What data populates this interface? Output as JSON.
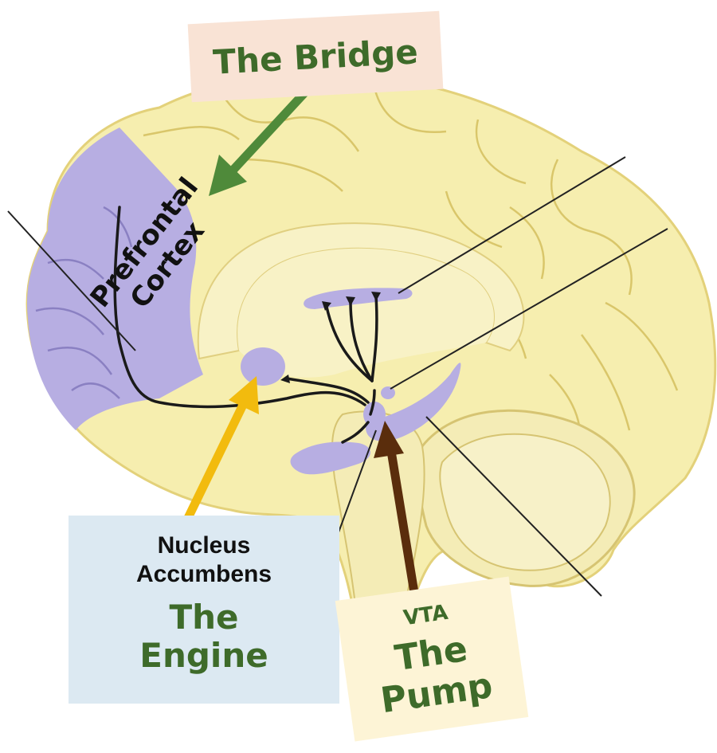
{
  "labels": {
    "bridge": "The Bridge",
    "prefrontal_line1": "Prefrontal",
    "prefrontal_line2": "Cortex",
    "nucleus_line1": "Nucleus",
    "nucleus_line2": "Accumbens",
    "engine_line1": "The",
    "engine_line2": "Engine",
    "vta": "VTA",
    "pump_line1": "The",
    "pump_line2": "Pump"
  },
  "colors": {
    "brain_fill": "#f6eeaf",
    "brain_outline": "#e3d17a",
    "region_fill": "#b7aee2",
    "bridge_arrow": "#4f8a3a",
    "engine_arrow": "#f2bb0e",
    "pump_arrow": "#5a2d0c",
    "label_green": "#3e6b2a"
  }
}
